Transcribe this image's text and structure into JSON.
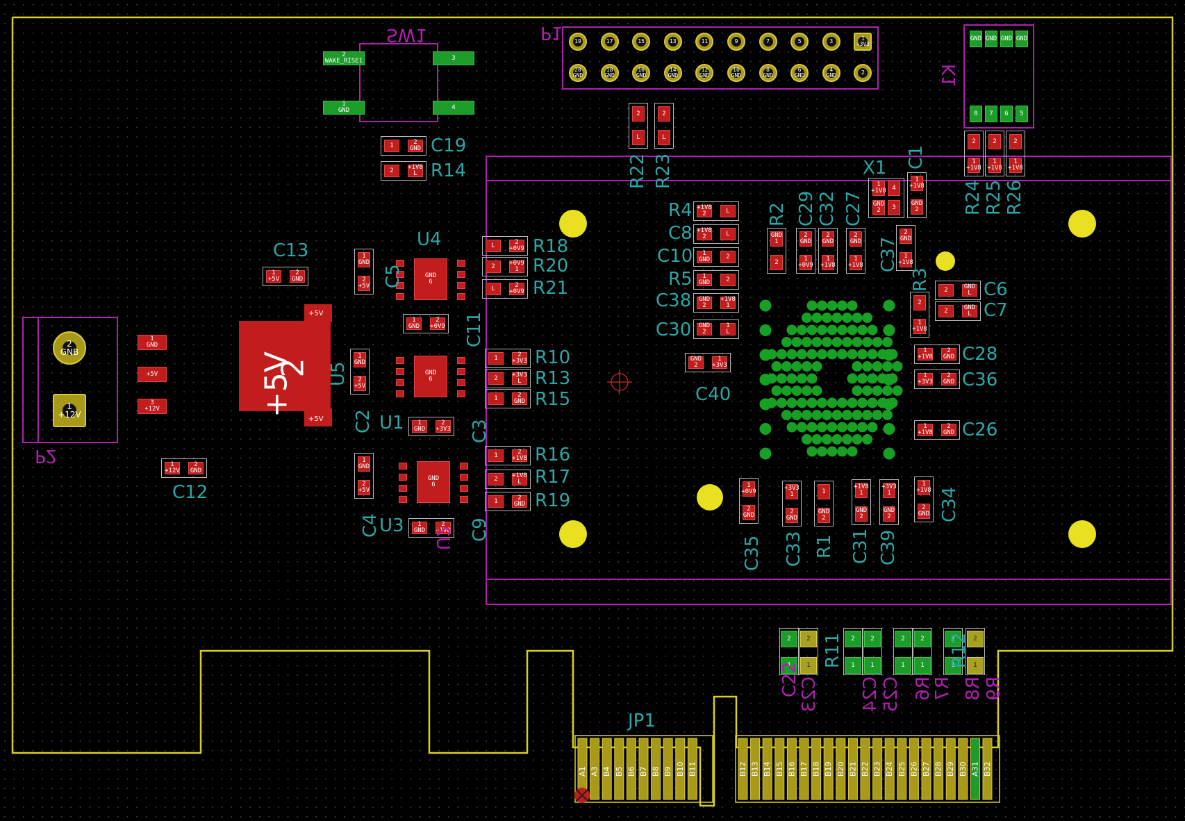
{
  "board": {
    "center_marker": "crosshair",
    "colors": {
      "background": "#000000",
      "edge_cuts": "#d8d020",
      "silk_ref": "#2aa7a7",
      "courtyard": "#b020b0",
      "copper_front": "#c21d1d",
      "copper_back": "#1d9c2a",
      "holes": "#e8e020"
    }
  },
  "refs_front": {
    "sw1": "SW1",
    "p1": "P1",
    "k1": "K1",
    "p2": "P2",
    "c19": "C19",
    "r14": "R14",
    "r22": "R22",
    "r23": "R23",
    "r24": "R24",
    "r25": "R25",
    "r26": "R26",
    "x1": "X1",
    "c1": "C1",
    "r4": "R4",
    "c8": "C8",
    "c10": "C10",
    "r5": "R5",
    "c38": "C38",
    "c30": "C30",
    "r2": "R2",
    "c29": "C29",
    "c32": "C32",
    "c27": "C27",
    "c37": "C37",
    "r3": "R3",
    "c6": "C6",
    "c7": "C7",
    "c28": "C28",
    "c36": "C36",
    "c26": "C26",
    "c40": "C40",
    "c13": "C13",
    "u4": "U4",
    "c5": "C5",
    "r18": "R18",
    "r20": "R20",
    "r21": "R21",
    "c11": "C11",
    "u5": "U5",
    "r10": "R10",
    "r13": "R13",
    "r15": "R15",
    "c2": "C2",
    "u1": "U1",
    "c3": "C3",
    "r16": "R16",
    "r17": "R17",
    "r19": "R19",
    "c4": "C4",
    "u3": "U3",
    "c9": "C9",
    "c12": "C12",
    "c35": "C35",
    "c33": "C33",
    "r1": "R1",
    "c31": "C31",
    "c39": "C39",
    "c34": "C34",
    "r11": "R11",
    "r12": "R12",
    "jp1": "JP1"
  },
  "refs_back": {
    "c22": "C22",
    "c23": "C23",
    "c24": "C24",
    "c25": "C25",
    "r6": "R6",
    "r7": "R7",
    "r8": "R8",
    "r9": "R9",
    "u2_mark": "U2"
  },
  "u5_pad": {
    "big_label": "+5V",
    "num": "2",
    "small1": "+5V",
    "small2": "+5V"
  },
  "pad_labels": {
    "gnd": "GND",
    "p5v": "+5V",
    "p12v": "+12V",
    "p3v3": "+3V3",
    "p1v8": "+1V8",
    "p0v9": "+0V9",
    "one": "1",
    "two": "2",
    "six": "6",
    "three": "3",
    "four": "4",
    "l": "L",
    "gnb": "GNB",
    "wake": "WAKE_RISE1"
  },
  "header_p1_top": [
    "19",
    "17",
    "15",
    "13",
    "11",
    "9",
    "7",
    "5",
    "3",
    "1"
  ],
  "header_p1_bottom": [
    "20",
    "18",
    "16",
    "14",
    "12",
    "10",
    "8",
    "6",
    "4",
    "2"
  ],
  "header_p1_bottom_labels": [
    "GND",
    "GND",
    "GND",
    "GND",
    "GND",
    "GND",
    "GND",
    "GND",
    "GND",
    ""
  ],
  "header_p1_pin1_net": "+3V3",
  "k1_top": [
    "GND",
    "GND",
    "GND",
    "GND"
  ],
  "k1_bottom": [
    "8",
    "7",
    "6",
    "5"
  ],
  "edge_fingers_left": [
    "A1",
    "A3",
    "B4",
    "B5",
    "B6",
    "B7",
    "B8",
    "B9",
    "B10",
    "B11"
  ],
  "edge_fingers_right": [
    "B12",
    "B13",
    "B14",
    "B15",
    "B16",
    "B17",
    "B18",
    "B19",
    "B20",
    "B21",
    "B22",
    "B23",
    "B24",
    "B25",
    "B26",
    "B27",
    "B28",
    "B29",
    "B30",
    "A31",
    "B32"
  ]
}
